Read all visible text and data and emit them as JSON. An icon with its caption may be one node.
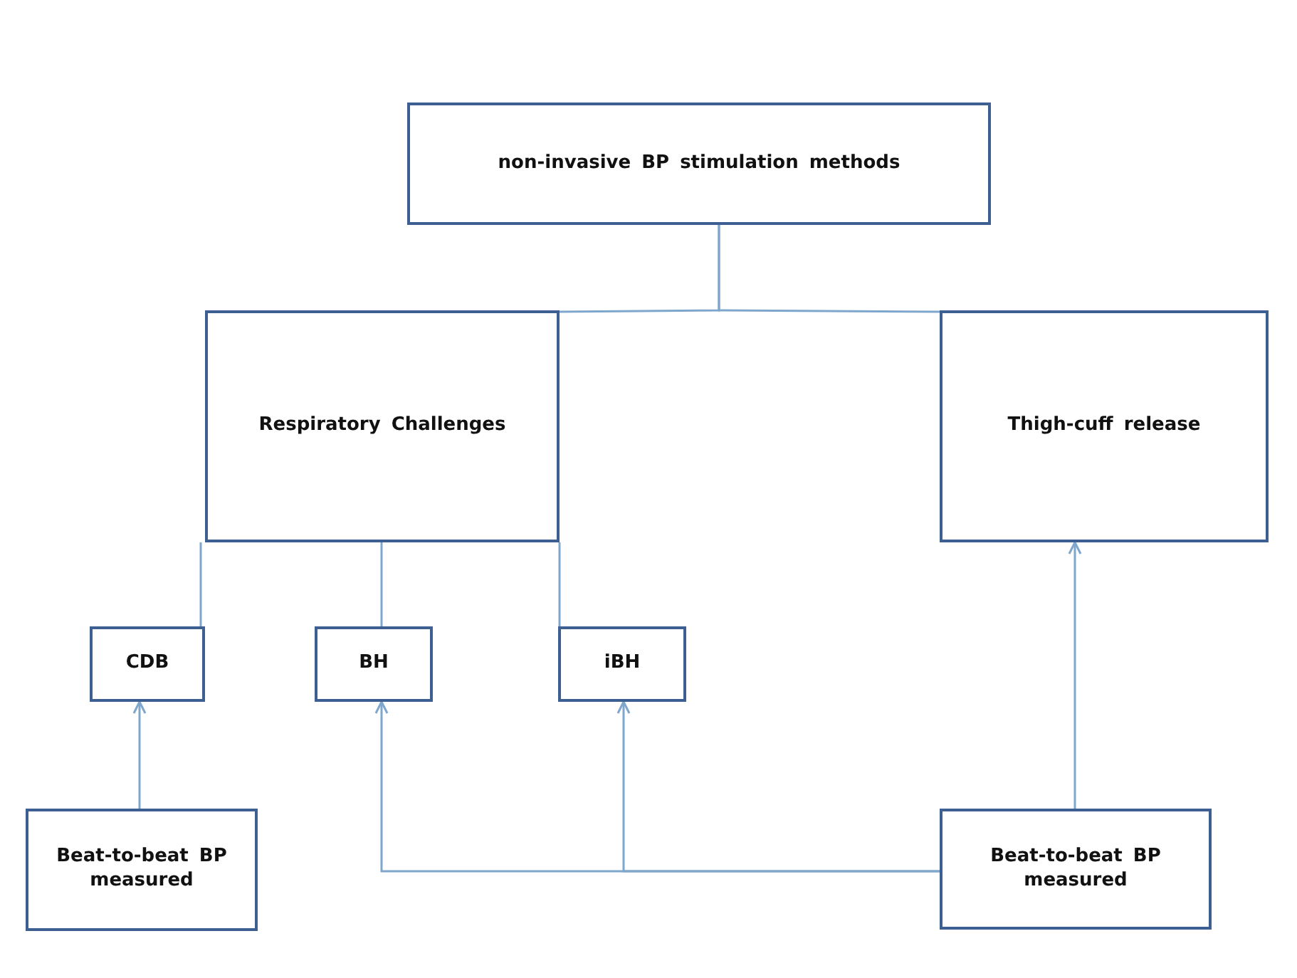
{
  "diagram": {
    "nodes": [
      {
        "text": [
          "non-invasive BP stimulation methods"
        ]
      },
      {
        "text": [
          "Respiratory Challenges"
        ]
      },
      {
        "text": [
          "Thigh-cuff release"
        ]
      },
      {
        "text": [
          "CDB"
        ]
      },
      {
        "text": [
          "BH"
        ]
      },
      {
        "text": [
          "iBH"
        ]
      },
      {
        "text": [
          "Beat-to-beat BP measured"
        ]
      },
      {
        "text": [
          "Beat-to-beat BP measured"
        ]
      }
    ],
    "edges": [
      {
        "from": 0,
        "to": 1,
        "arrow": "none"
      },
      {
        "from": 0,
        "to": 2,
        "arrow": "none"
      },
      {
        "from": 1,
        "to": 3,
        "arrow": "none"
      },
      {
        "from": 1,
        "to": 4,
        "arrow": "none"
      },
      {
        "from": 1,
        "to": 5,
        "arrow": "none"
      },
      {
        "from": 6,
        "to": 3,
        "arrow": "to"
      },
      {
        "from": 7,
        "to": 4,
        "arrow": "to"
      },
      {
        "from": 7,
        "to": 5,
        "arrow": "to"
      },
      {
        "from": 7,
        "to": 2,
        "arrow": "to"
      }
    ]
  }
}
